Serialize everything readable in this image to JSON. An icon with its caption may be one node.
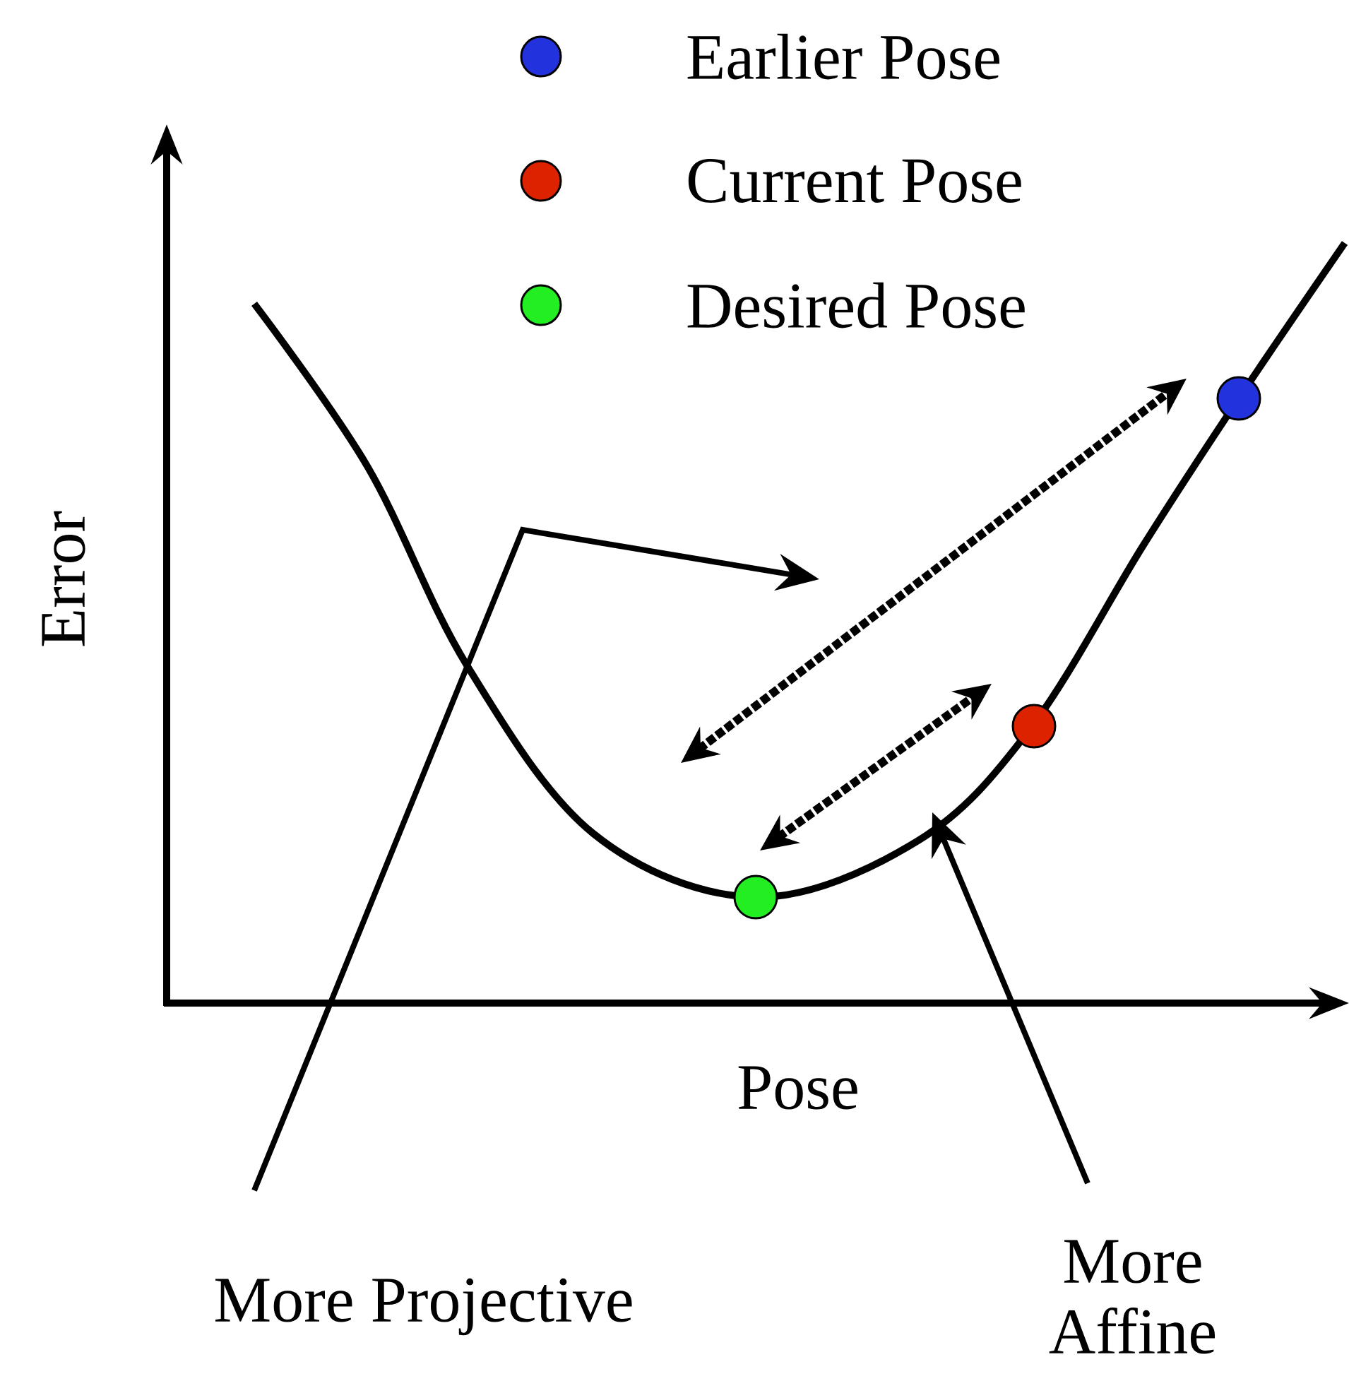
{
  "diagram": {
    "nodes": [
      {
        "text": [
          "More Projective"
        ]
      },
      {
        "text": [
          "More Affine"
        ]
      }
    ],
    "edges": [
      {
        "from": 0,
        "to": null,
        "arrow": "to"
      },
      {
        "from": 1,
        "to": null,
        "arrow": "to"
      }
    ],
    "labels": [
      "Error",
      "Pose"
    ],
    "legend": [
      {
        "text": "Earlier Pose",
        "color": "#2233dd"
      },
      {
        "text": "Current Pose",
        "color": "#dd2200"
      },
      {
        "text": "Desired Pose",
        "color": "#22ee22"
      }
    ]
  }
}
